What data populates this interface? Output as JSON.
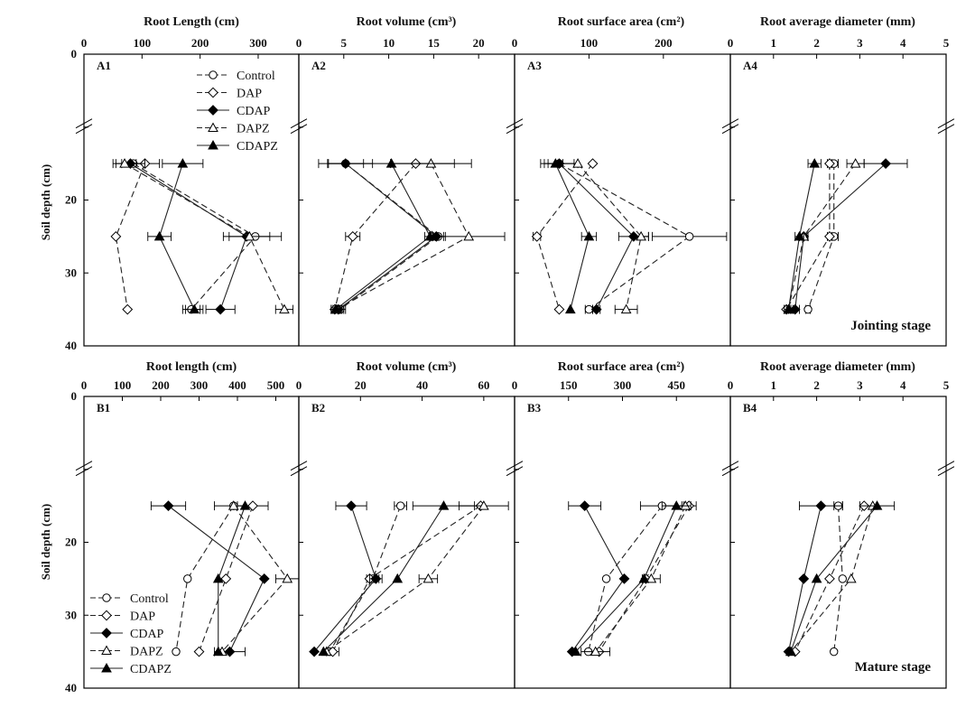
{
  "series_styles": [
    {
      "name": "Control",
      "marker": "circle-open",
      "dash": true
    },
    {
      "name": "DAP",
      "marker": "diamond-open",
      "dash": true
    },
    {
      "name": "CDAP",
      "marker": "diamond-filled",
      "dash": false
    },
    {
      "name": "DAPZ",
      "marker": "triangle-open",
      "dash": true
    },
    {
      "name": "CDAPZ",
      "marker": "triangle-filled",
      "dash": false
    }
  ],
  "ylabel": "Soil depth (cm)",
  "stages": [
    "Jointing stage",
    "Mature stage"
  ],
  "chart_data": [
    {
      "type": "line",
      "row": 0,
      "col": 0,
      "panel_label": "A1",
      "title": "Root Length (cm)",
      "xlim": [
        0,
        370
      ],
      "xticks": [
        "0",
        "100",
        "200",
        "300"
      ],
      "xtick_values": [
        0,
        100,
        200,
        300
      ],
      "ylim": [
        0,
        40
      ],
      "yticks": [
        "0",
        "20",
        "30",
        "40"
      ],
      "depths": [
        15,
        25,
        35
      ],
      "series": [
        {
          "name": "Control",
          "values": [
            85,
            295,
            185
          ],
          "err": [
            20,
            45,
            15
          ]
        },
        {
          "name": "DAP",
          "values": [
            105,
            55,
            75
          ],
          "err": [
            25,
            0,
            0
          ]
        },
        {
          "name": "CDAP",
          "values": [
            80,
            280,
            235
          ],
          "err": [
            25,
            40,
            25
          ]
        },
        {
          "name": "DAPZ",
          "values": [
            70,
            285,
            345
          ],
          "err": [
            20,
            0,
            15
          ]
        },
        {
          "name": "CDAPZ",
          "values": [
            170,
            130,
            190
          ],
          "err": [
            35,
            20,
            15
          ]
        }
      ]
    },
    {
      "type": "line",
      "row": 0,
      "col": 1,
      "panel_label": "A2",
      "title": "Root volume (cm³)",
      "xlim": [
        0,
        24
      ],
      "xticks": [
        "0",
        "5",
        "10",
        "15",
        "20"
      ],
      "xtick_values": [
        0,
        5,
        10,
        15,
        20
      ],
      "ylim": [
        0,
        40
      ],
      "depths": [
        15,
        25,
        35
      ],
      "series": [
        {
          "name": "Control",
          "values": [
            5.2,
            15.5,
            4.6
          ],
          "err": [
            3,
            0.8,
            0.6
          ]
        },
        {
          "name": "DAP",
          "values": [
            13,
            6,
            4
          ],
          "err": [
            0,
            0.8,
            0
          ]
        },
        {
          "name": "CDAP",
          "values": [
            5.2,
            15.3,
            4.4
          ],
          "err": [
            2,
            0.8,
            0.6
          ]
        },
        {
          "name": "DAPZ",
          "values": [
            14.7,
            18.9,
            4.2
          ],
          "err": [
            4.5,
            4,
            0.6
          ]
        },
        {
          "name": "CDAPZ",
          "values": [
            10.3,
            14.6,
            4.1
          ],
          "err": [
            7,
            0.6,
            0.5
          ]
        }
      ]
    },
    {
      "type": "line",
      "row": 0,
      "col": 2,
      "panel_label": "A3",
      "title": "Root surface area (cm²)",
      "xlim": [
        0,
        290
      ],
      "xticks": [
        "0",
        "100",
        "200"
      ],
      "xtick_values": [
        0,
        100,
        200
      ],
      "ylim": [
        0,
        40
      ],
      "depths": [
        15,
        25,
        35
      ],
      "series": [
        {
          "name": "Control",
          "values": [
            60,
            235,
            100
          ],
          "err": [
            25,
            50,
            5
          ]
        },
        {
          "name": "DAP",
          "values": [
            105,
            30,
            60
          ],
          "err": [
            0,
            5,
            0
          ]
        },
        {
          "name": "CDAP",
          "values": [
            60,
            160,
            110
          ],
          "err": [
            20,
            20,
            5
          ]
        },
        {
          "name": "DAPZ",
          "values": [
            85,
            170,
            150
          ],
          "err": [
            0,
            10,
            15
          ]
        },
        {
          "name": "CDAPZ",
          "values": [
            55,
            100,
            75
          ],
          "err": [
            10,
            10,
            0
          ]
        }
      ]
    },
    {
      "type": "line",
      "row": 0,
      "col": 3,
      "panel_label": "A4",
      "title": "Root average diameter (mm)",
      "xlim": [
        0,
        5
      ],
      "xticks": [
        "0",
        "1",
        "2",
        "3",
        "4",
        "5"
      ],
      "xtick_values": [
        0,
        1,
        2,
        3,
        4,
        5
      ],
      "ylim": [
        0,
        40
      ],
      "depths": [
        15,
        25,
        35
      ],
      "series": [
        {
          "name": "Control",
          "values": [
            2.4,
            2.4,
            1.8
          ],
          "err": [
            0.1,
            0.1,
            0.05
          ]
        },
        {
          "name": "DAP",
          "values": [
            2.3,
            2.3,
            1.3
          ],
          "err": [
            0.05,
            0.05,
            0.05
          ]
        },
        {
          "name": "CDAP",
          "values": [
            3.6,
            1.7,
            1.5
          ],
          "err": [
            0.5,
            0.1,
            0.1
          ]
        },
        {
          "name": "DAPZ",
          "values": [
            2.9,
            1.7,
            1.35
          ],
          "err": [
            0.2,
            0.1,
            0.05
          ]
        },
        {
          "name": "CDAPZ",
          "values": [
            1.95,
            1.6,
            1.35
          ],
          "err": [
            0.15,
            0.1,
            0.1
          ]
        }
      ]
    },
    {
      "type": "line",
      "row": 1,
      "col": 0,
      "panel_label": "B1",
      "title": "Root length (cm)",
      "xlim": [
        0,
        560
      ],
      "xticks": [
        "0",
        "100",
        "200",
        "300",
        "400",
        "500"
      ],
      "xtick_values": [
        0,
        100,
        200,
        300,
        400,
        500
      ],
      "ylim": [
        0,
        40
      ],
      "yticks": [
        "0",
        "20",
        "30",
        "40"
      ],
      "depths": [
        15,
        25,
        35
      ],
      "series": [
        {
          "name": "Control",
          "values": [
            390,
            270,
            240
          ],
          "err": [
            50,
            0,
            0
          ]
        },
        {
          "name": "DAP",
          "values": [
            440,
            370,
            300
          ],
          "err": [
            40,
            0,
            0
          ]
        },
        {
          "name": "CDAP",
          "values": [
            220,
            470,
            380
          ],
          "err": [
            45,
            0,
            40
          ]
        },
        {
          "name": "DAPZ",
          "values": [
            390,
            530,
            360
          ],
          "err": [
            0,
            30,
            0
          ]
        },
        {
          "name": "CDAPZ",
          "values": [
            420,
            350,
            350
          ],
          "err": [
            0,
            0,
            0
          ]
        }
      ]
    },
    {
      "type": "line",
      "row": 1,
      "col": 1,
      "panel_label": "B2",
      "title": "Root volume (cm³)",
      "xlim": [
        0,
        70
      ],
      "xticks": [
        "0",
        "20",
        "40",
        "60"
      ],
      "xtick_values": [
        0,
        20,
        40,
        60
      ],
      "ylim": [
        0,
        40
      ],
      "depths": [
        15,
        25,
        35
      ],
      "series": [
        {
          "name": "Control",
          "values": [
            33,
            24,
            10
          ],
          "err": [
            2,
            2,
            0
          ]
        },
        {
          "name": "DAP",
          "values": [
            59,
            23,
            11
          ],
          "err": [
            0,
            0,
            2
          ]
        },
        {
          "name": "CDAP",
          "values": [
            17,
            25,
            5
          ],
          "err": [
            5,
            2,
            0
          ]
        },
        {
          "name": "DAPZ",
          "values": [
            60,
            42,
            9
          ],
          "err": [
            8,
            3,
            0
          ]
        },
        {
          "name": "CDAPZ",
          "values": [
            47,
            32,
            8
          ],
          "err": [
            10,
            0,
            0
          ]
        }
      ]
    },
    {
      "type": "line",
      "row": 1,
      "col": 2,
      "panel_label": "B3",
      "title": "Root surface area (cm²)",
      "xlim": [
        0,
        600
      ],
      "xticks": [
        "0",
        "150",
        "300",
        "450"
      ],
      "xtick_values": [
        0,
        150,
        300,
        450
      ],
      "ylim": [
        0,
        40
      ],
      "depths": [
        15,
        25,
        35
      ],
      "series": [
        {
          "name": "Control",
          "values": [
            410,
            255,
            205
          ],
          "err": [
            60,
            0,
            0
          ]
        },
        {
          "name": "DAP",
          "values": [
            485,
            365,
            235
          ],
          "err": [
            20,
            0,
            0
          ]
        },
        {
          "name": "CDAP",
          "values": [
            195,
            305,
            160
          ],
          "err": [
            45,
            0,
            0
          ]
        },
        {
          "name": "DAPZ",
          "values": [
            475,
            380,
            225
          ],
          "err": [
            0,
            25,
            40
          ]
        },
        {
          "name": "CDAPZ",
          "values": [
            450,
            360,
            170
          ],
          "err": [
            40,
            0,
            0
          ]
        }
      ]
    },
    {
      "type": "line",
      "row": 1,
      "col": 3,
      "panel_label": "B4",
      "title": "Root average diameter (mm)",
      "xlim": [
        0,
        5
      ],
      "xticks": [
        "0",
        "1",
        "2",
        "3",
        "4",
        "5"
      ],
      "xtick_values": [
        0,
        1,
        2,
        3,
        4,
        5
      ],
      "ylim": [
        0,
        40
      ],
      "depths": [
        15,
        25,
        35
      ],
      "series": [
        {
          "name": "Control",
          "values": [
            2.5,
            2.6,
            2.4
          ],
          "err": [
            0.1,
            0,
            0
          ]
        },
        {
          "name": "DAP",
          "values": [
            3.1,
            2.3,
            1.5
          ],
          "err": [
            0,
            0,
            0
          ]
        },
        {
          "name": "CDAP",
          "values": [
            2.1,
            1.7,
            1.35
          ],
          "err": [
            0.5,
            0,
            0
          ]
        },
        {
          "name": "DAPZ",
          "values": [
            3.3,
            2.8,
            1.4
          ],
          "err": [
            0,
            0,
            0
          ]
        },
        {
          "name": "CDAPZ",
          "values": [
            3.4,
            2.0,
            1.4
          ],
          "err": [
            0.4,
            0,
            0
          ]
        }
      ]
    }
  ]
}
